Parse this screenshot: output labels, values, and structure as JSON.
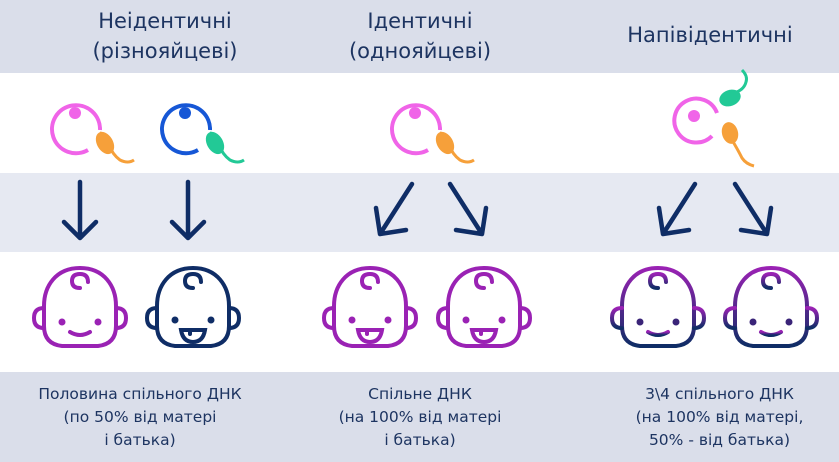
{
  "colors": {
    "band_dark": "#dadeea",
    "band_light": "#e6e9f2",
    "text": "#1d3461",
    "arrow": "#0f2d66",
    "egg_pink": "#f064e8",
    "egg_blue": "#1657d6",
    "sperm_orange": "#f6a03a",
    "sperm_green": "#22c996",
    "baby_purple": "#9a22b4",
    "baby_navy": "#0f2d66"
  },
  "columns": [
    {
      "title": "Неідентичні\n(різнояйцеві)",
      "caption": "Половина спільного ДНК\n(по 50% від матері\nі батька)",
      "cells": [
        "pink-egg-orange-sperm",
        "blue-egg-green-sperm"
      ],
      "arrows": [
        "down",
        "down"
      ],
      "babies": [
        "smiling-purple",
        "laughing-navy"
      ]
    },
    {
      "title": "Ідентичні\n(однояйцеві)",
      "caption": "Спільне ДНК\n(на 100% від матері\nі батька)",
      "cells": [
        "pink-egg-orange-sperm"
      ],
      "arrows": [
        "down-left",
        "down-right"
      ],
      "babies": [
        "laughing-purple",
        "laughing-purple"
      ]
    },
    {
      "title": "Напівідентичні",
      "caption": "3\\4 спільного ДНК\n(на 100% від матері,\n50% - від батька)",
      "cells": [
        "pink-egg-green-and-orange-sperm"
      ],
      "arrows": [
        "down-left",
        "down-right"
      ],
      "babies": [
        "smiling-gradient",
        "smiling-gradient"
      ]
    }
  ]
}
